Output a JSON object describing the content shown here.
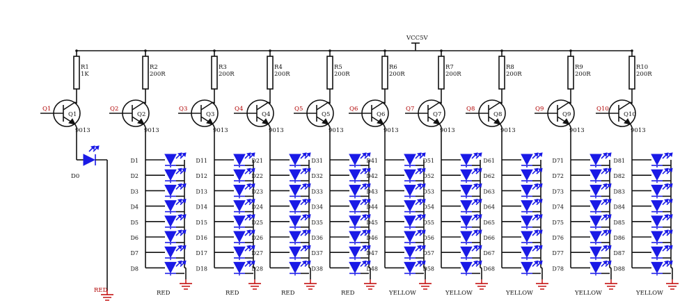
{
  "supply_label": "VCC5V",
  "d0": {
    "label": "D0",
    "color_label": "RED"
  },
  "stages": [
    {
      "q": "Q1",
      "qname": "Q1",
      "part": "9013",
      "res": "R1",
      "val": "1K"
    },
    {
      "q": "Q2",
      "qname": "Q2",
      "part": "9013",
      "res": "R2",
      "val": "200R",
      "color_label": "RED",
      "leds": [
        "D1",
        "D2",
        "D3",
        "D4",
        "D5",
        "D6",
        "D7",
        "D8"
      ]
    },
    {
      "q": "Q3",
      "qname": "Q3",
      "part": "9013",
      "res": "R3",
      "val": "200R",
      "color_label": "RED",
      "leds": [
        "D11",
        "D12",
        "D13",
        "D14",
        "D15",
        "D16",
        "D17",
        "D18"
      ]
    },
    {
      "q": "Q4",
      "qname": "Q4",
      "part": "9013",
      "res": "R4",
      "val": "200R",
      "color_label": "RED",
      "leds": [
        "D21",
        "D22",
        "D23",
        "D24",
        "D25",
        "D26",
        "D27",
        "D28"
      ]
    },
    {
      "q": "Q5",
      "qname": "Q5",
      "part": "9013",
      "res": "R5",
      "val": "200R",
      "color_label": "RED",
      "leds": [
        "D31",
        "D32",
        "D33",
        "D34",
        "D35",
        "D36",
        "D37",
        "D38"
      ]
    },
    {
      "q": "Q6",
      "qname": "Q6",
      "part": "9013",
      "res": "R6",
      "val": "200R",
      "color_label": "YELLOW",
      "leds": [
        "D41",
        "D42",
        "D43",
        "D44",
        "D45",
        "D46",
        "D47",
        "D48"
      ]
    },
    {
      "q": "Q7",
      "qname": "Q7",
      "part": "9013",
      "res": "R7",
      "val": "200R",
      "color_label": "YELLOW",
      "leds": [
        "D51",
        "D52",
        "D53",
        "D54",
        "D55",
        "D56",
        "D57",
        "D58"
      ]
    },
    {
      "q": "Q8",
      "qname": "Q8",
      "part": "9013",
      "res": "R8",
      "val": "200R",
      "color_label": "YELLOW",
      "leds": [
        "D61",
        "D62",
        "D63",
        "D64",
        "D65",
        "D66",
        "D67",
        "D68"
      ]
    },
    {
      "q": "Q9",
      "qname": "Q9",
      "part": "9013",
      "res": "R9",
      "val": "200R",
      "color_label": "YELLOW",
      "leds": [
        "D71",
        "D72",
        "D73",
        "D74",
        "D75",
        "D76",
        "D77",
        "D78"
      ]
    },
    {
      "q": "Q10",
      "qname": "Q10",
      "part": "9013",
      "res": "R10",
      "val": "200R",
      "color_label": "YELLOW",
      "leds": [
        "D81",
        "D82",
        "D83",
        "D84",
        "D85",
        "D86",
        "D87",
        "D88"
      ]
    }
  ],
  "colors": {
    "wire": "#111111",
    "led": "#1a1ae6",
    "ground": "#c00000"
  }
}
